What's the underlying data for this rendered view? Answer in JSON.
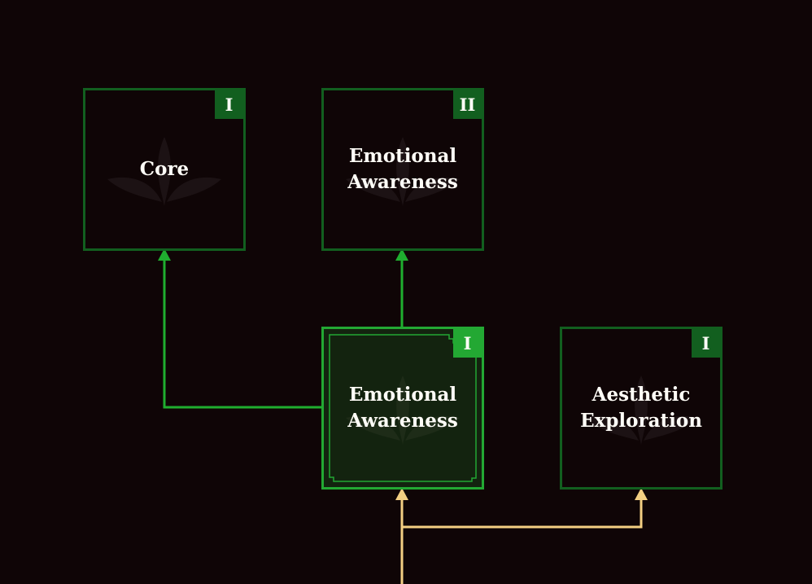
{
  "colors": {
    "background": "#0f0506",
    "node_border": "#125f1f",
    "node_border_selected": "#23a833",
    "node_fill_selected": "#13230f",
    "rank_badge": "#125f1f",
    "rank_badge_selected": "#23a833",
    "connector_green": "#1fae2f",
    "connector_gold": "#f3cf82",
    "label_text": "#fffdf7"
  },
  "nodes": [
    {
      "id": "core",
      "label_lines": [
        "Core"
      ],
      "rank": "I",
      "selected": false,
      "icon": "leaf-icon"
    },
    {
      "id": "emotional-awareness-2",
      "label_lines": [
        "Emotional",
        "Awareness"
      ],
      "rank": "II",
      "selected": false,
      "icon": "leaf-icon"
    },
    {
      "id": "emotional-awareness-1",
      "label_lines": [
        "Emotional",
        "Awareness"
      ],
      "rank": "I",
      "selected": true,
      "icon": "leaf-icon"
    },
    {
      "id": "aesthetic-exploration",
      "label_lines": [
        "Aesthetic",
        "Exploration"
      ],
      "rank": "I",
      "selected": false,
      "icon": "leaf-icon"
    }
  ]
}
